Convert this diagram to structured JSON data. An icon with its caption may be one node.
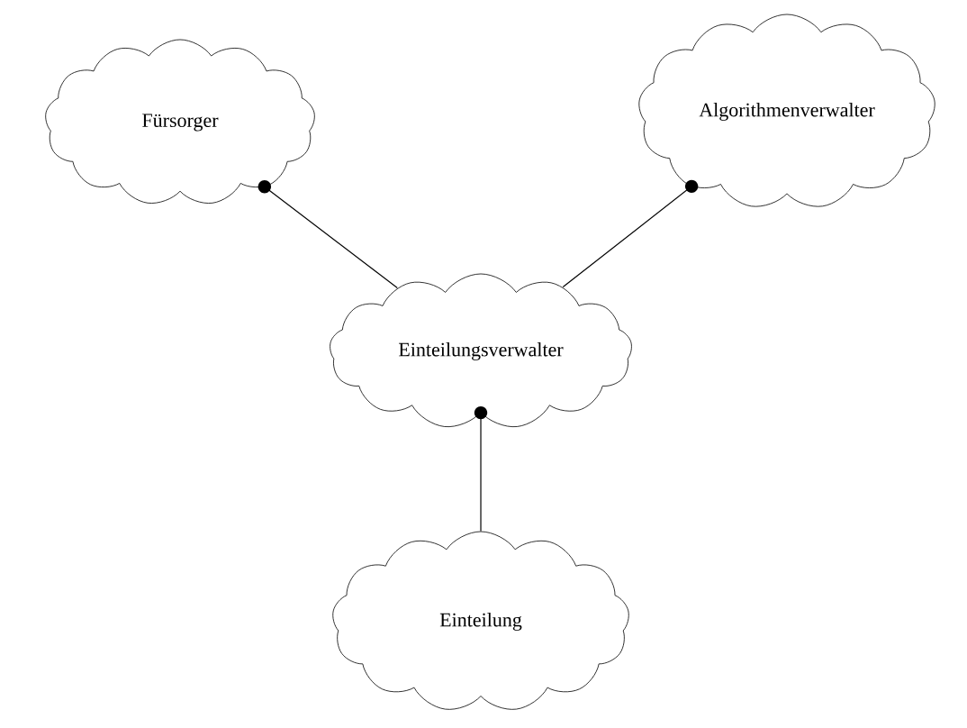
{
  "diagram": {
    "nodes": [
      {
        "text": [
          "Fürsorger"
        ]
      },
      {
        "text": [
          "Algorithmenverwalter"
        ]
      },
      {
        "text": [
          "Einteilungsverwalter"
        ]
      },
      {
        "text": [
          "Einteilung"
        ]
      }
    ],
    "edges": [
      {
        "from": 2,
        "to": 0,
        "arrow": "other"
      },
      {
        "from": 2,
        "to": 1,
        "arrow": "other"
      },
      {
        "from": 3,
        "to": 2,
        "arrow": "other"
      }
    ]
  }
}
